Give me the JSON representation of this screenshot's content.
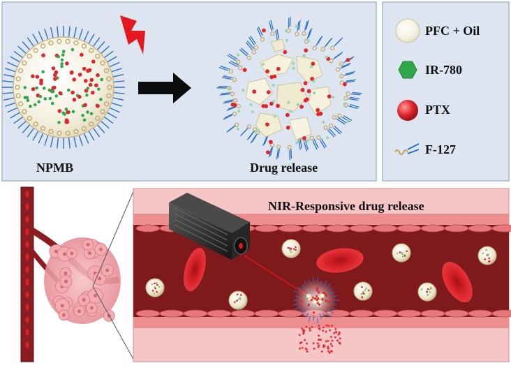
{
  "labels": {
    "npmb": "NPMB",
    "drug_release": "Drug release",
    "nir_title": "NIR-Responsive drug release"
  },
  "legend": [
    {
      "icon": "pfc-oil-sphere-icon",
      "label": "PFC + Oil"
    },
    {
      "icon": "ir780-hexagon-icon",
      "label": "IR-780"
    },
    {
      "icon": "ptx-sphere-icon",
      "label": "PTX"
    },
    {
      "icon": "f127-polymer-icon",
      "label": "F-127"
    }
  ],
  "colors": {
    "panel_bg": "#dde5f1",
    "panel_border": "#a9b7cc",
    "vessel_bg": "#f6c6c6",
    "lumen": "#7e1a1c",
    "rbc": "#d4191f",
    "ptx": "#e0262d",
    "ir780": "#2fa84a",
    "polymer_blue": "#2c6fc4",
    "polymer_gold": "#c2a463",
    "laser": "#e01b1b"
  }
}
